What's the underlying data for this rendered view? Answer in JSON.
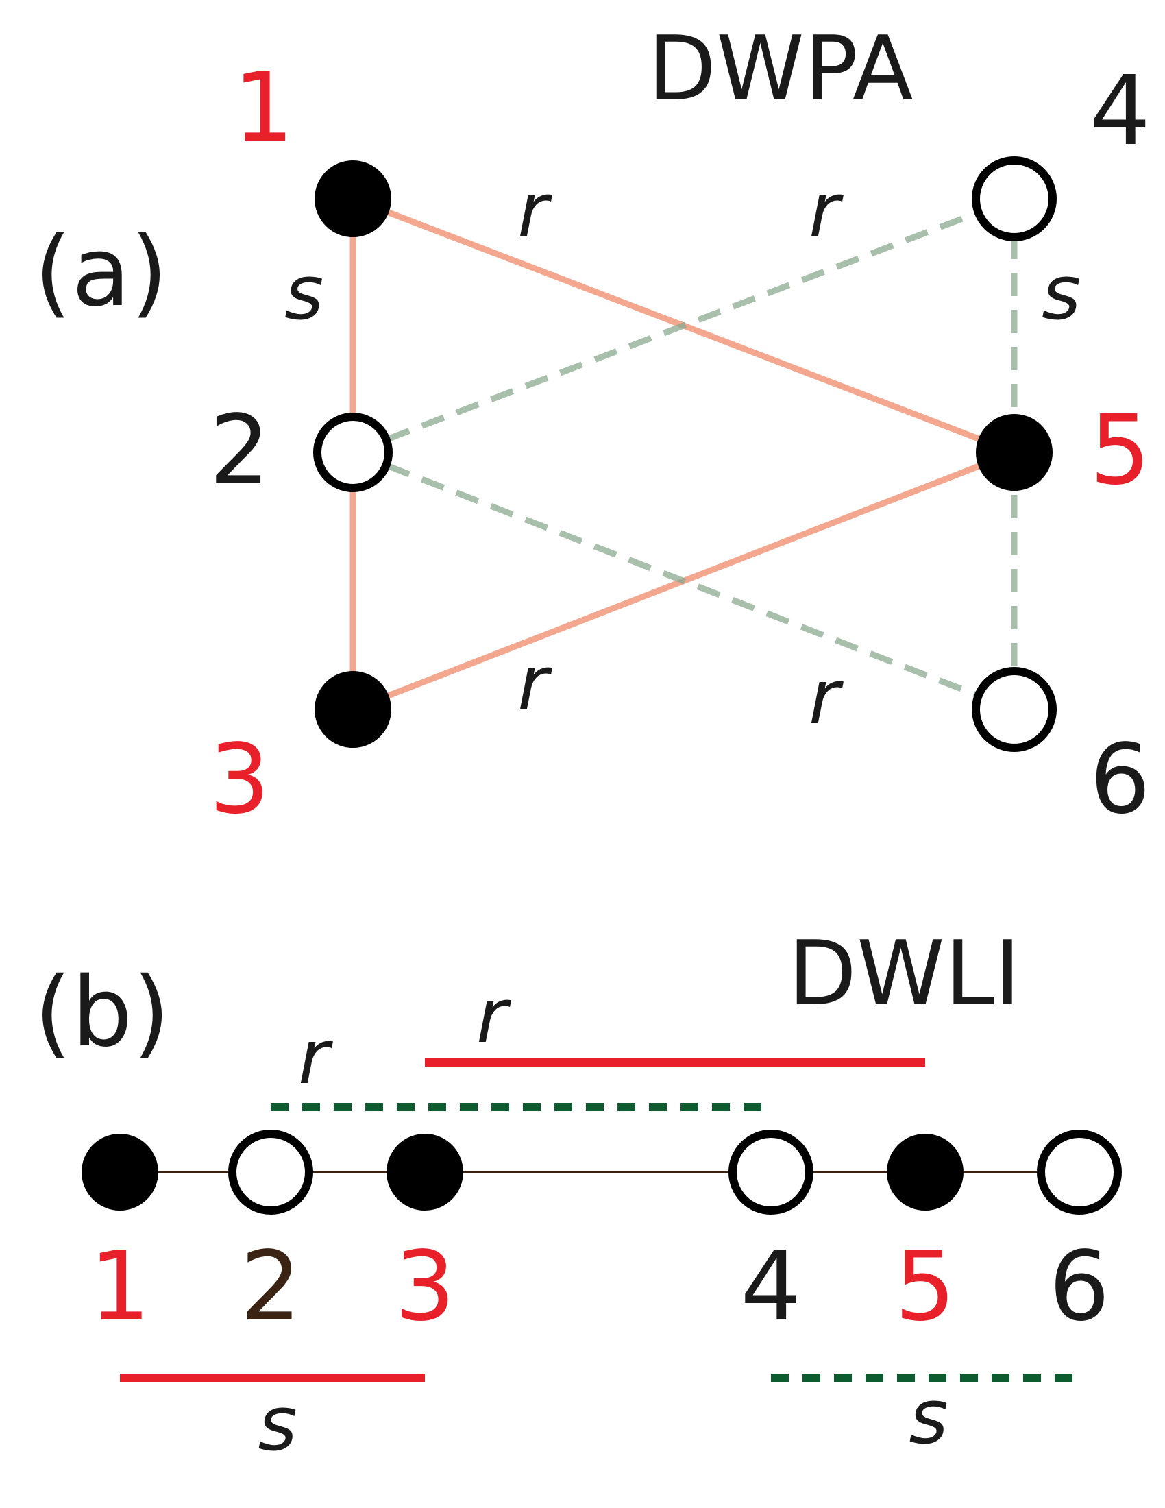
{
  "panel_a": {
    "panel_label": "(a)",
    "title": "DWPA",
    "node_labels": {
      "n1": "1",
      "n2": "2",
      "n3": "3",
      "n4": "4",
      "n5": "5",
      "n6": "6"
    },
    "edge_labels": {
      "s_left": "s",
      "s_right": "s",
      "r_top_left": "r",
      "r_top_right": "r",
      "r_bottom_left": "r",
      "r_bottom_right": "r"
    }
  },
  "panel_b": {
    "panel_label": "(b)",
    "title": "DWLI",
    "node_labels": [
      "1",
      "2",
      "3",
      "4",
      "5",
      "6"
    ],
    "bar_labels": {
      "r_upper": "r",
      "r_lower": "r",
      "s_left": "s",
      "s_right": "s"
    }
  },
  "colors": {
    "red_label": "#e8202a",
    "edge_solid": "#f08a6a",
    "edge_dashed": "#8aaa8f",
    "bar_red": "#e8202a",
    "bar_green": "#0d5c2f",
    "chain_line": "#3b2314"
  }
}
